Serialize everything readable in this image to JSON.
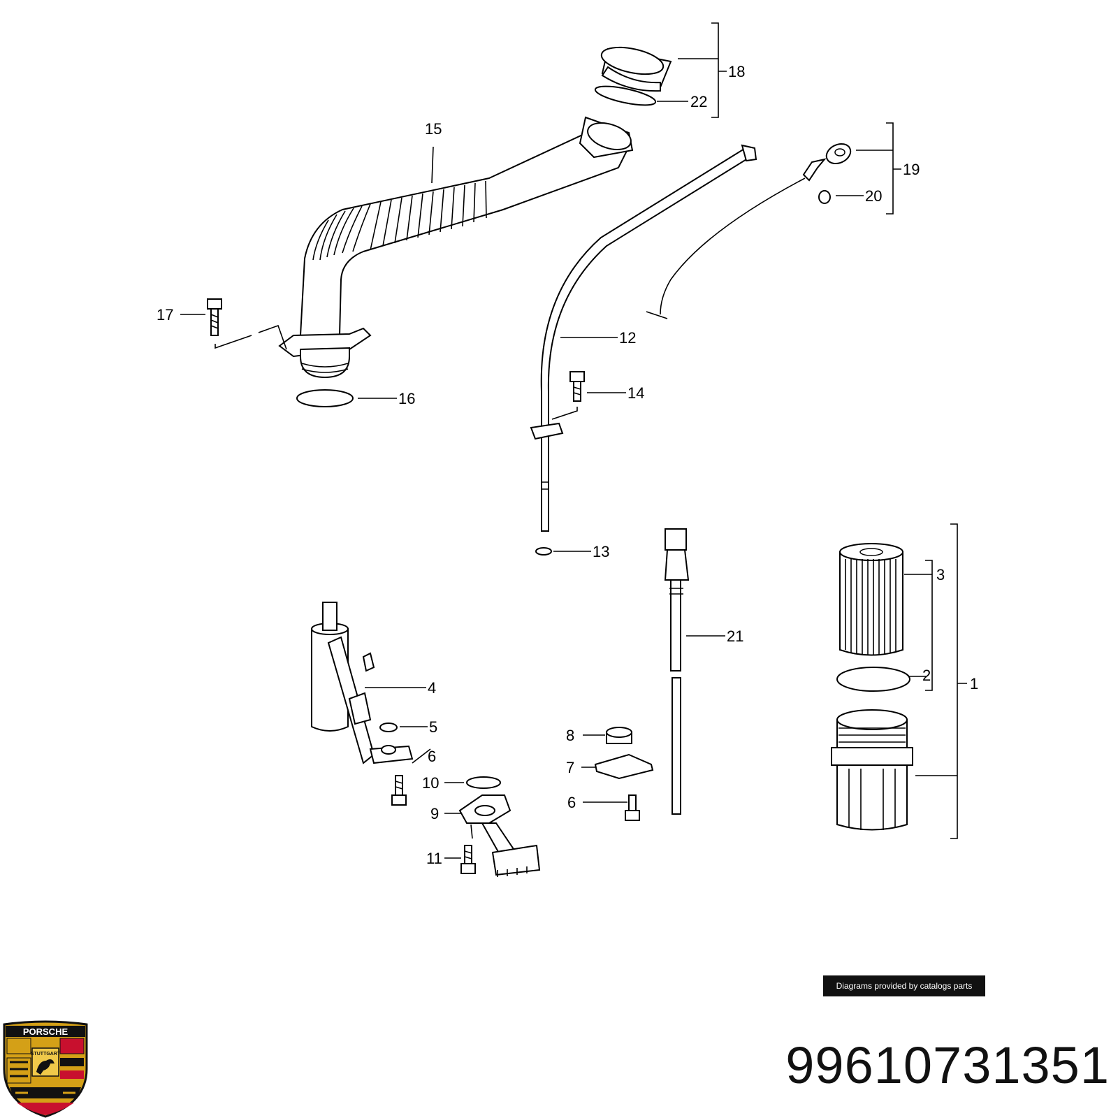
{
  "callouts": {
    "c1": "1",
    "c2": "2",
    "c3": "3",
    "c4": "4",
    "c5": "5",
    "c6a": "6",
    "c6b": "6",
    "c7": "7",
    "c8": "8",
    "c9": "9",
    "c10": "10",
    "c11": "11",
    "c12": "12",
    "c13": "13",
    "c14": "14",
    "c15": "15",
    "c16": "16",
    "c17": "17",
    "c18": "18",
    "c19": "19",
    "c20": "20",
    "c21": "21",
    "c22": "22"
  },
  "credit": "Diagrams provided by catalogs parts",
  "part_number": "99610731351",
  "logo": {
    "brand": "PORSCHE",
    "city": "STUTTGART",
    "colors": {
      "red": "#c8102e",
      "gold": "#d4a017",
      "black": "#111111"
    }
  }
}
